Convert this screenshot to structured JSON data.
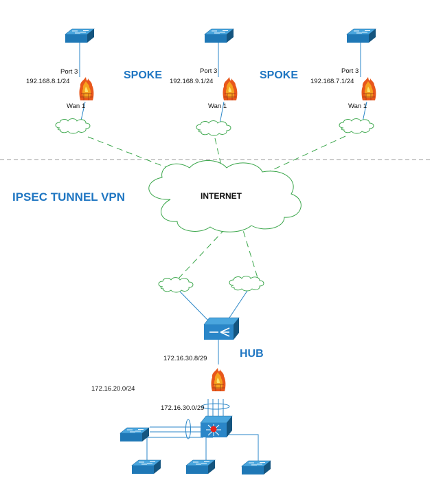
{
  "colors": {
    "accent": "#1f76c2",
    "cloud_stroke": "#3aa64a",
    "link": "#2a86c8",
    "tunnel": "#3aa64a",
    "separator": "#9a9a9a",
    "device_top": "#4aa6de",
    "device_side": "#1d6fa8",
    "flame": "#e8571b"
  },
  "labels": {
    "spoke_left": "SPOKE",
    "spoke_right": "SPOKE",
    "tunnel_title": "IPSEC TUNNEL VPN",
    "internet": "INTERNET",
    "hub": "HUB"
  },
  "spokes": [
    {
      "port": "Port 3",
      "ip": "192.168.8.1/24",
      "wan": "Wan 1"
    },
    {
      "port": "Port 3",
      "ip": "192.168.9.1/24",
      "wan": "Wan 1"
    },
    {
      "port": "Port 3",
      "ip": "192.168.7.1/24",
      "wan": "Wan 1"
    }
  ],
  "hub_site": {
    "wan_subnet": "172.16.30.8/29",
    "lan_subnet_a": "172.16.20.0/24",
    "lan_subnet_b": "172.16.30.0/29"
  },
  "icons": {
    "switch": "workgroup-switch-icon",
    "firewall": "firewall-icon",
    "cloud": "cloud-icon",
    "hub_router": "hub-router-icon",
    "core_switch": "layer3-switch-icon"
  }
}
